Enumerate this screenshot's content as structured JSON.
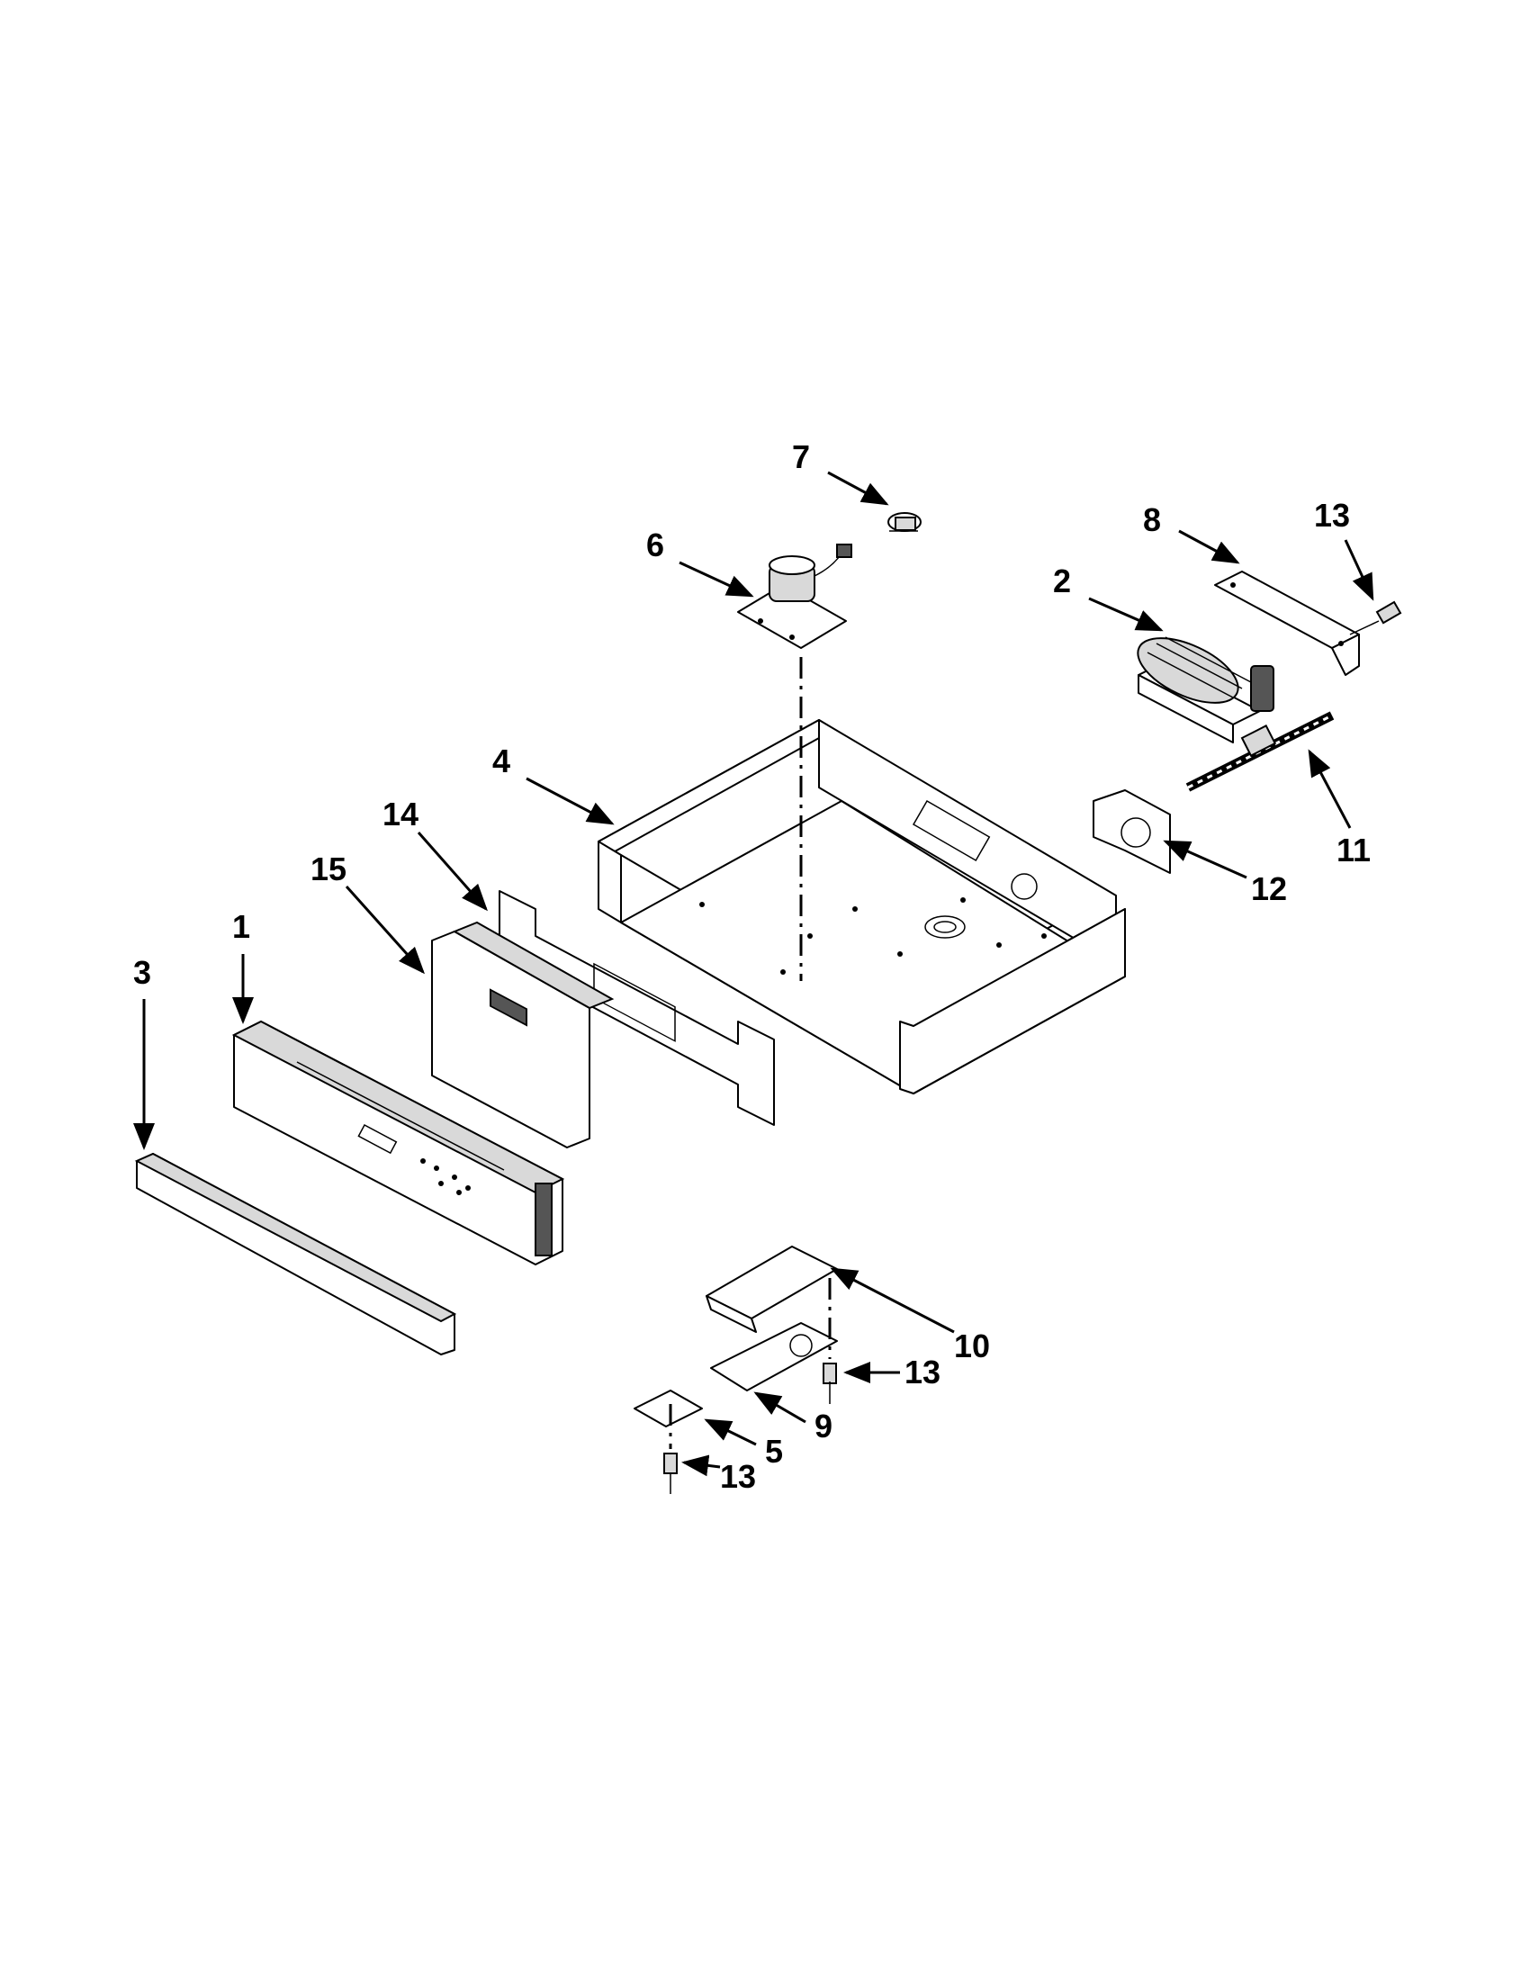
{
  "diagram": {
    "callouts": {
      "c1": "1",
      "c2": "2",
      "c3": "3",
      "c4": "4",
      "c5": "5",
      "c6": "6",
      "c7": "7",
      "c8": "8",
      "c9": "9",
      "c10": "10",
      "c11": "11",
      "c12": "12",
      "c13a": "13",
      "c13b": "13",
      "c13c": "13",
      "c14": "14",
      "c15": "15"
    }
  }
}
